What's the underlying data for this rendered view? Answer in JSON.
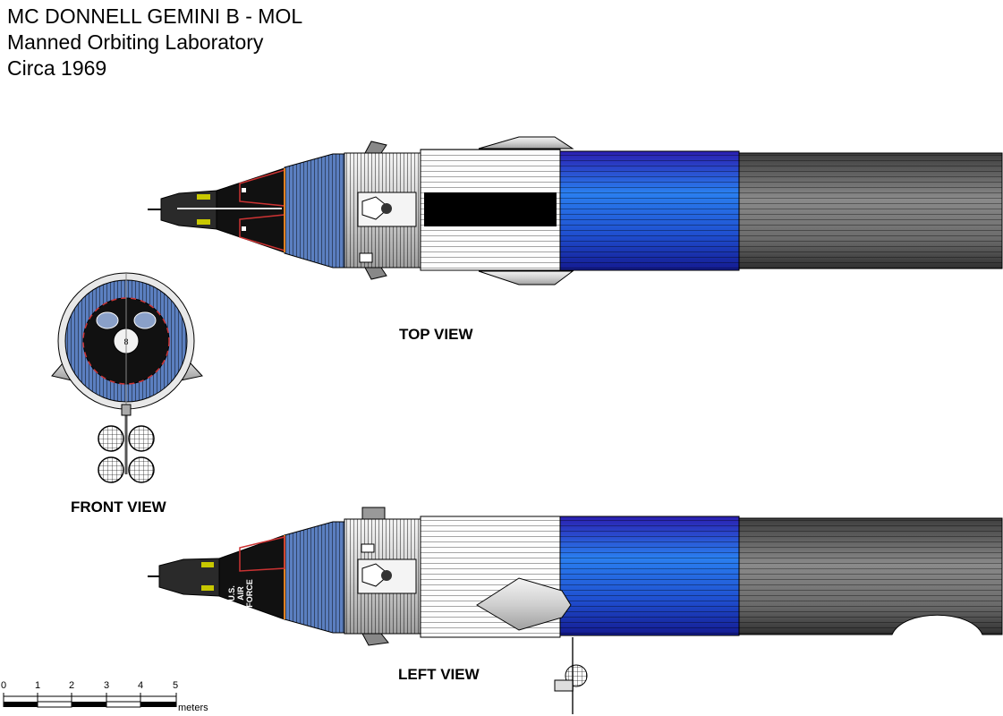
{
  "title": {
    "line1": "MC DONNELL GEMINI B - MOL",
    "line2": "Manned Orbiting Laboratory",
    "line3": "Circa 1969"
  },
  "views": {
    "top": "TOP VIEW",
    "front": "FRONT VIEW",
    "left": "LEFT VIEW"
  },
  "markings": {
    "line1": "U.S.",
    "line2": "AIR",
    "line3": "FORCE"
  },
  "scale": {
    "ticks": [
      "0",
      "1",
      "2",
      "3",
      "4",
      "5"
    ],
    "unit": "meters"
  },
  "colors": {
    "lab_blue": "#1f5fd8",
    "lab_grey": "#6c6c6c",
    "capsule_black": "#111111",
    "heat_shield_blue": "#5b7fc0"
  }
}
